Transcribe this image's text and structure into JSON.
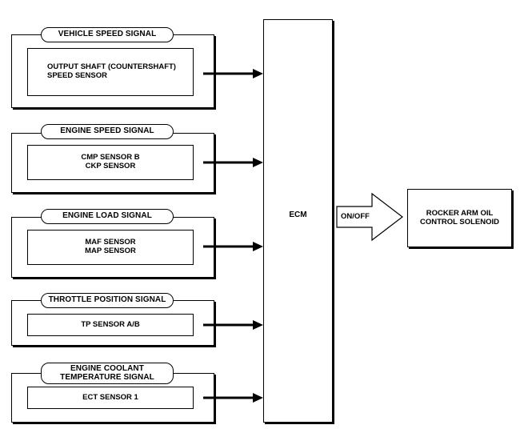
{
  "inputs": [
    {
      "signal": "VEHICLE SPEED SIGNAL",
      "sensor": "OUTPUT SHAFT (COUNTERSHAFT)\nSPEED SENSOR"
    },
    {
      "signal": "ENGINE SPEED SIGNAL",
      "sensor": "CMP SENSOR B\nCKP SENSOR"
    },
    {
      "signal": "ENGINE LOAD SIGNAL",
      "sensor": "MAF SENSOR\nMAP SENSOR"
    },
    {
      "signal": "THROTTLE POSITION SIGNAL",
      "sensor": "TP SENSOR A/B"
    },
    {
      "signal": "ENGINE COOLANT\nTEMPERATURE SIGNAL",
      "sensor": "ECT SENSOR 1"
    }
  ],
  "ecm": {
    "label": "ECM"
  },
  "output_arrow": {
    "label": "ON/OFF"
  },
  "output": {
    "label": "ROCKER ARM OIL\nCONTROL SOLENOID"
  }
}
